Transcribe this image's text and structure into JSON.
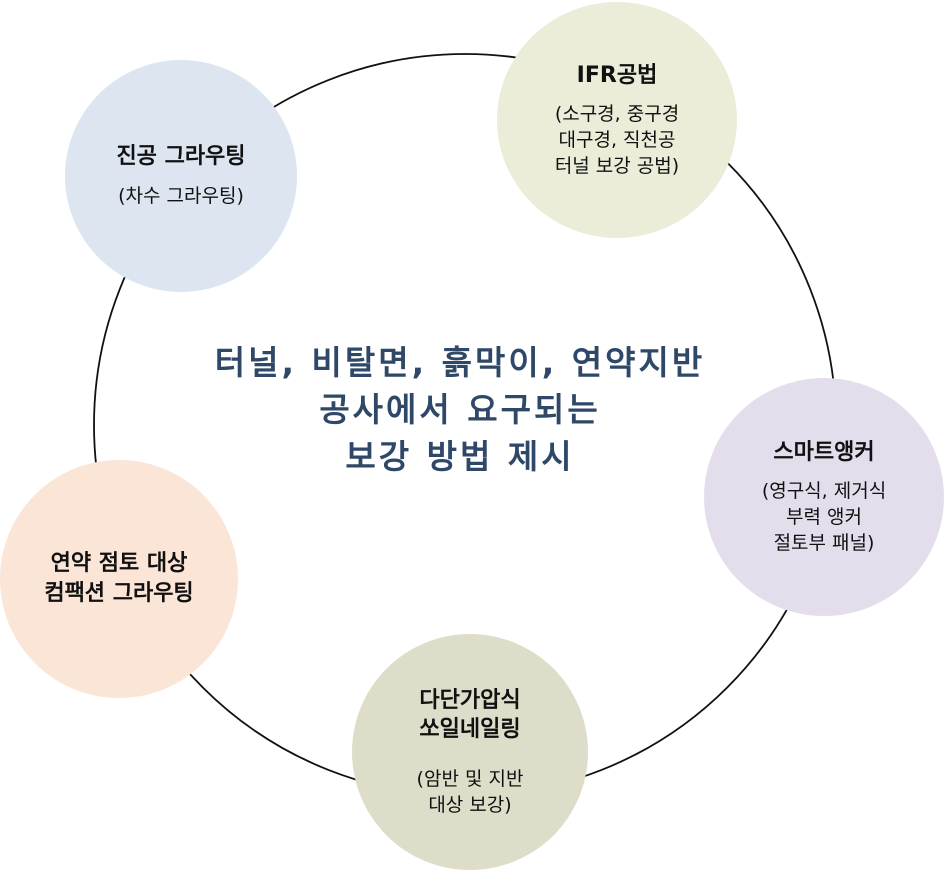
{
  "center": {
    "lines": [
      "터널, 비탈면, 흙막이, 연약지반",
      "공사에서 요구되는",
      "보강 방법 제시"
    ],
    "color": "#2f4868"
  },
  "nodes": [
    {
      "id": "jingong",
      "title": [
        "진공 그라우팅"
      ],
      "subtitle": [
        "(차수 그라우팅)"
      ],
      "color": "#dce5f0"
    },
    {
      "id": "ifr",
      "title": [
        "IFR공법"
      ],
      "subtitle": [
        "(소구경, 중구경",
        "대구경, 직천공",
        "터널 보강 공법)"
      ],
      "color": "#ebedd9"
    },
    {
      "id": "smart-anchor",
      "title": [
        "스마트앵커"
      ],
      "subtitle": [
        "(영구식, 제거식",
        "부력 앵커",
        "절토부 패널)"
      ],
      "color": "#e4deec"
    },
    {
      "id": "soil-nailing",
      "title": [
        "다단가압식",
        "쏘일네일링"
      ],
      "subtitle": [
        "(암반 및 지반",
        "대상 보강)"
      ],
      "color": "#deddc9"
    },
    {
      "id": "compaction",
      "title": [
        "연약 점토 대상",
        "컴팩션 그라우팅"
      ],
      "subtitle": [],
      "color": "#fbe5d6"
    }
  ],
  "ring_color": "#111111"
}
